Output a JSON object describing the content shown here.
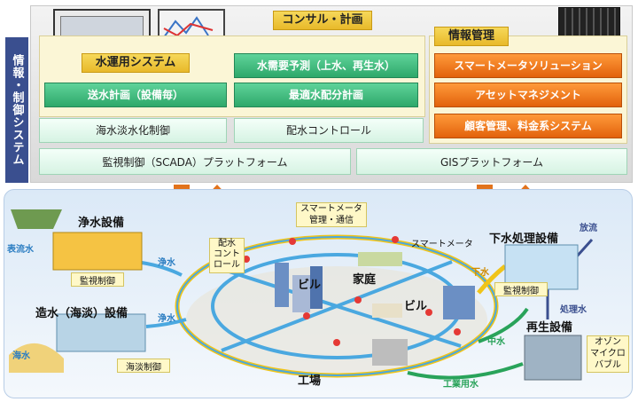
{
  "sidebar": {
    "label": "情報・制御システム"
  },
  "consult": {
    "title": "コンサル・計画"
  },
  "water_ops": {
    "title": "水運用システム",
    "buttons": [
      "水需要予測（上水、再生水）",
      "送水計画（設備毎）",
      "最適水配分計画"
    ]
  },
  "control": {
    "buttons": [
      "海水淡水化制御",
      "配水コントロール"
    ]
  },
  "info_mgmt": {
    "title": "情報管理",
    "buttons": [
      "スマートメータソリューション",
      "アセットマネジメント",
      "顧客管理、料金系システム"
    ]
  },
  "platforms": {
    "scada": "監視制御（SCADA）プラットフォーム",
    "gis": "GISプラットフォーム"
  },
  "diagram": {
    "purification": "浄水設備",
    "surface_water": "表流水",
    "monitoring1": "監視制御",
    "clean_water1": "浄水",
    "desal": "造水（海淡）設備",
    "seawater": "海水",
    "desal_control": "海淡制御",
    "clean_water2": "浄水",
    "distribution_control": "配水\nコント\nロール",
    "smart_meter_mgmt": "スマートメータ\n管理・通信",
    "smart_meter": "スマートメータ",
    "building1": "ビル",
    "household": "家庭",
    "building2": "ビル",
    "factory": "工場",
    "sewage": "下水処理設備",
    "sewage_label": "下水",
    "monitoring2": "監視制御",
    "discharge": "放流",
    "treated_water": "処理水",
    "gray_water": "中水",
    "reclaim": "再生設備",
    "ozone": "オゾン\nマイクロ\nバブル",
    "industrial_water": "工業用水"
  },
  "colors": {
    "accent_orange": "#e2620c",
    "accent_green": "#2ea86a",
    "pipe_blue": "#4aa8e0",
    "header_yellow": "#e8b92a"
  }
}
